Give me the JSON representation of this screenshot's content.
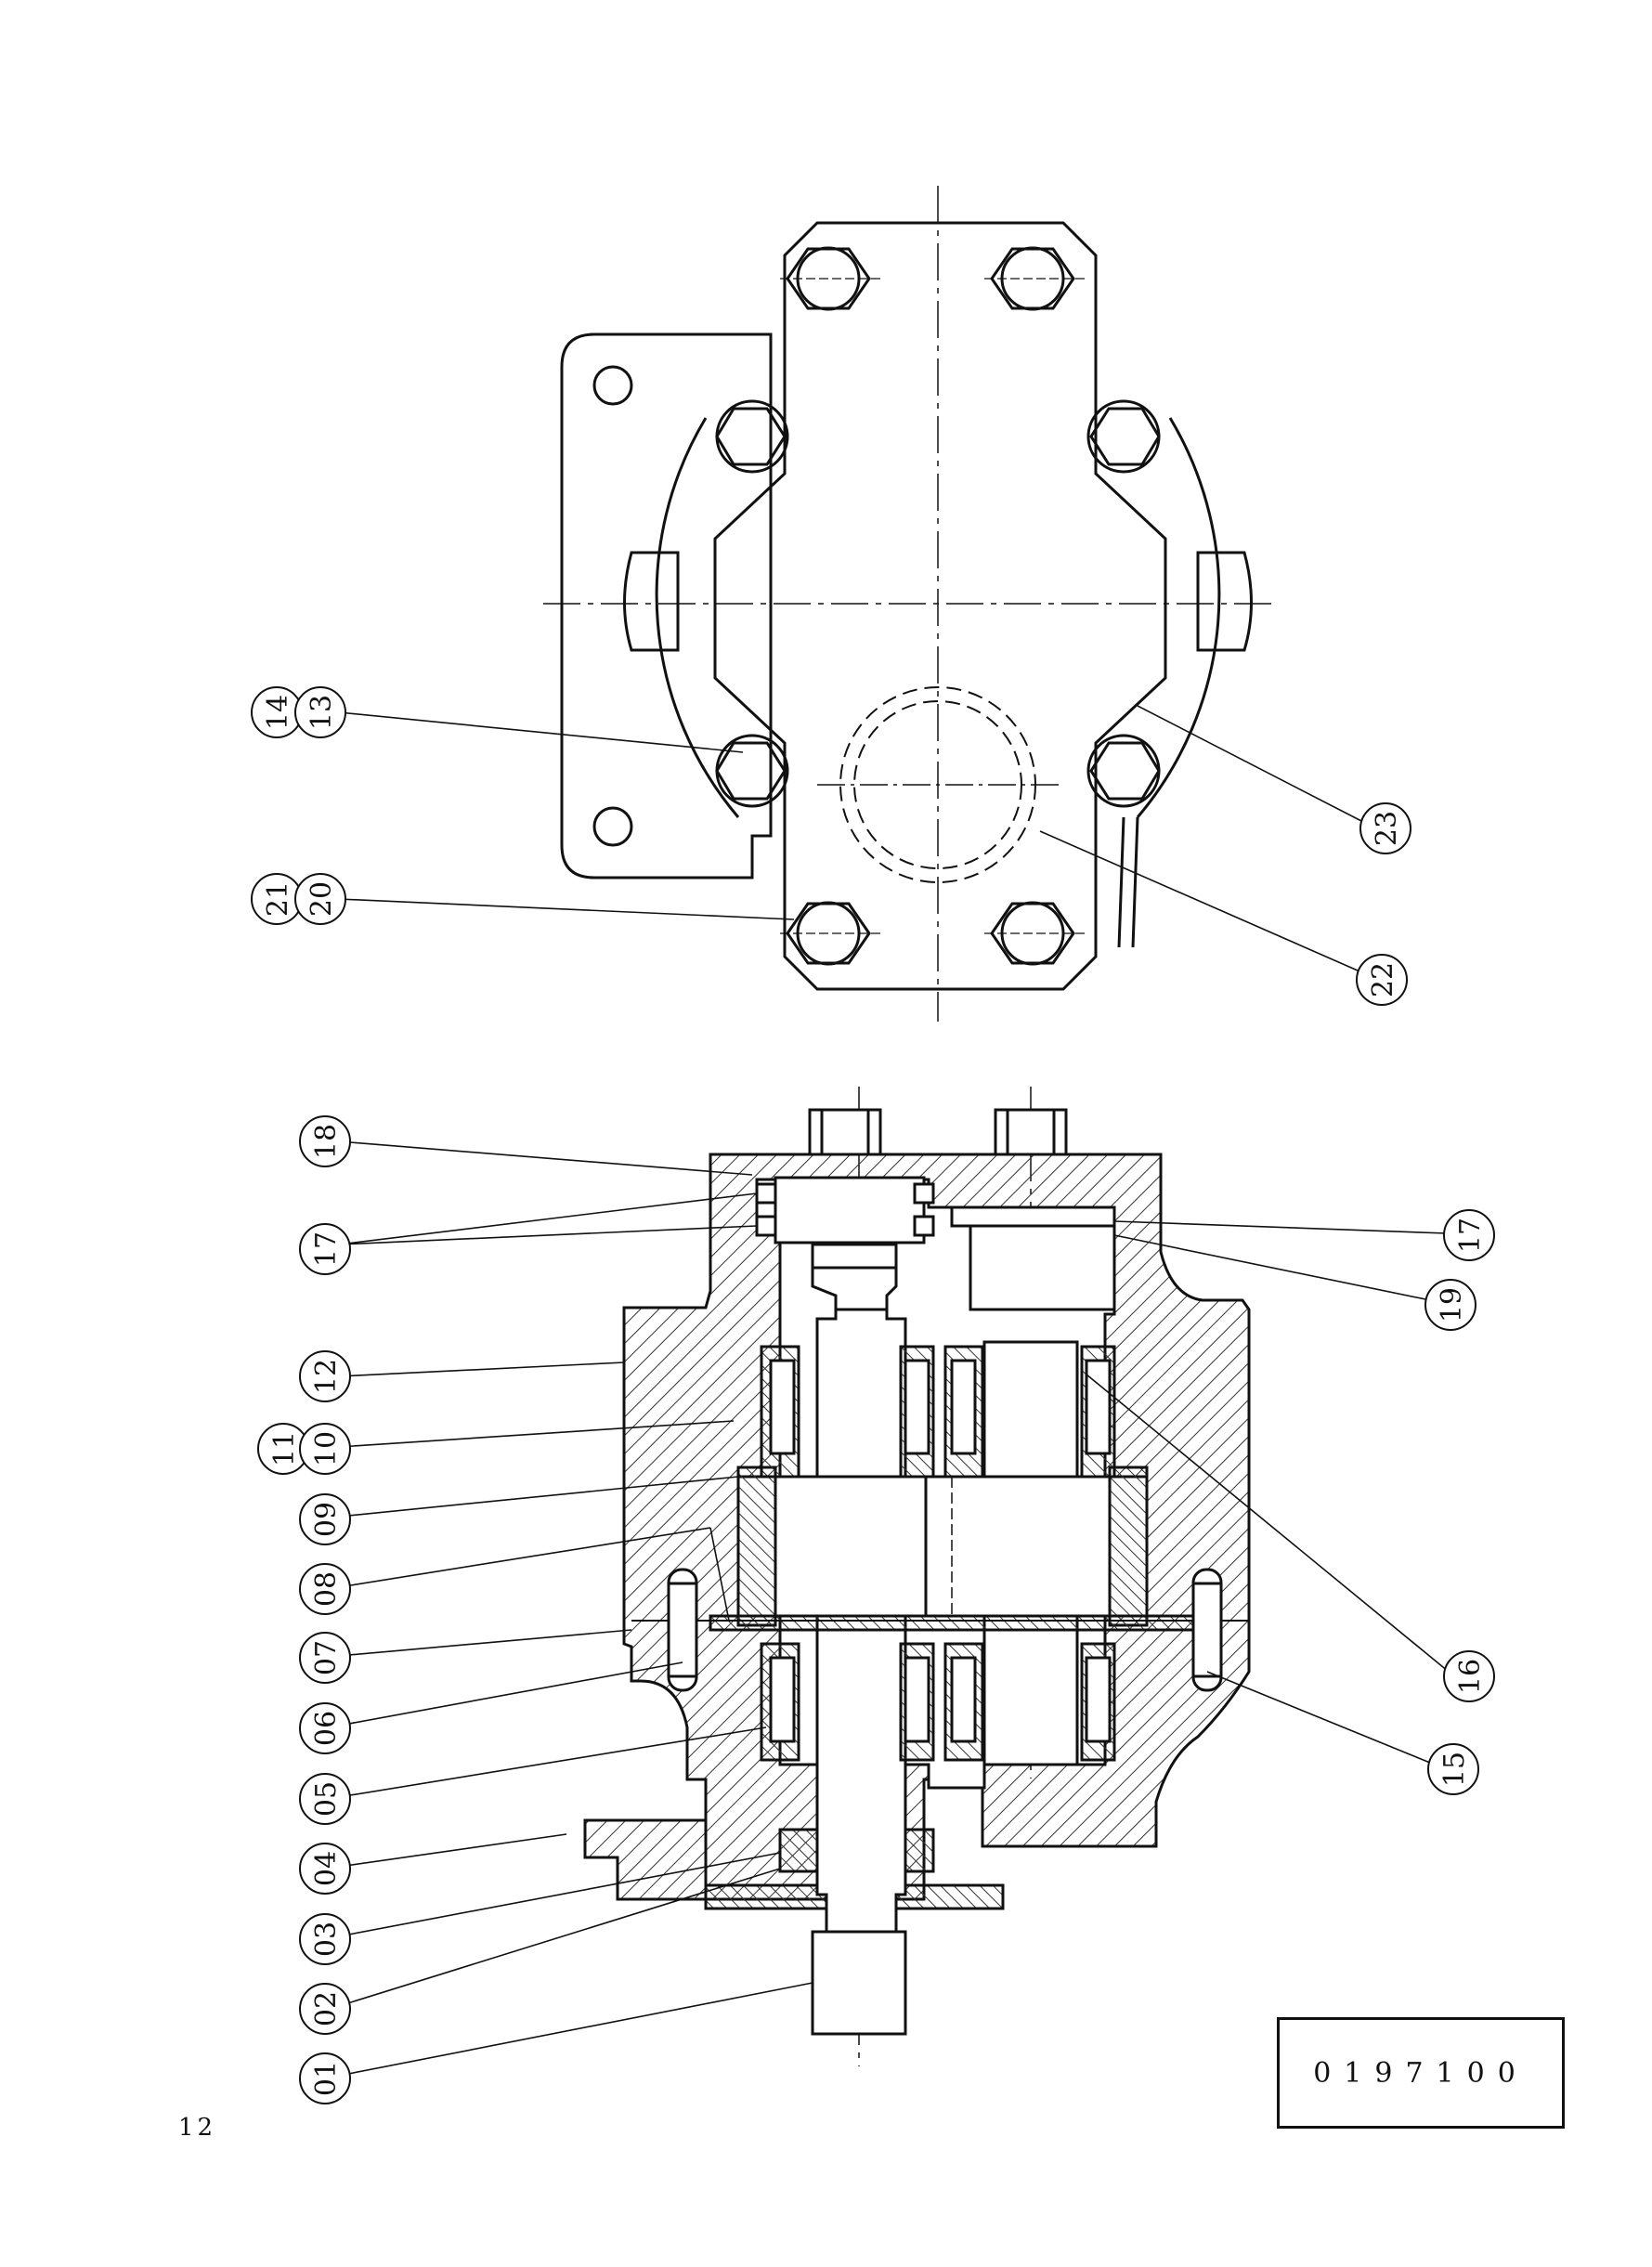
{
  "page_number": "12",
  "drawing_number": "0197100",
  "callouts": {
    "c01": "01",
    "c02": "02",
    "c03": "03",
    "c04": "04",
    "c05": "05",
    "c06": "06",
    "c07": "07",
    "c08": "08",
    "c09": "09",
    "c10": "10",
    "c11": "11",
    "c12": "12",
    "c13": "13",
    "c14": "14",
    "c15": "15",
    "c16": "16",
    "c17a": "17",
    "c17b": "17",
    "c18": "18",
    "c19": "19",
    "c20": "20",
    "c21": "21",
    "c22": "22",
    "c23": "23"
  },
  "colors": {
    "ink": "#111111",
    "hatch": "#333333",
    "paper": "#ffffff"
  }
}
